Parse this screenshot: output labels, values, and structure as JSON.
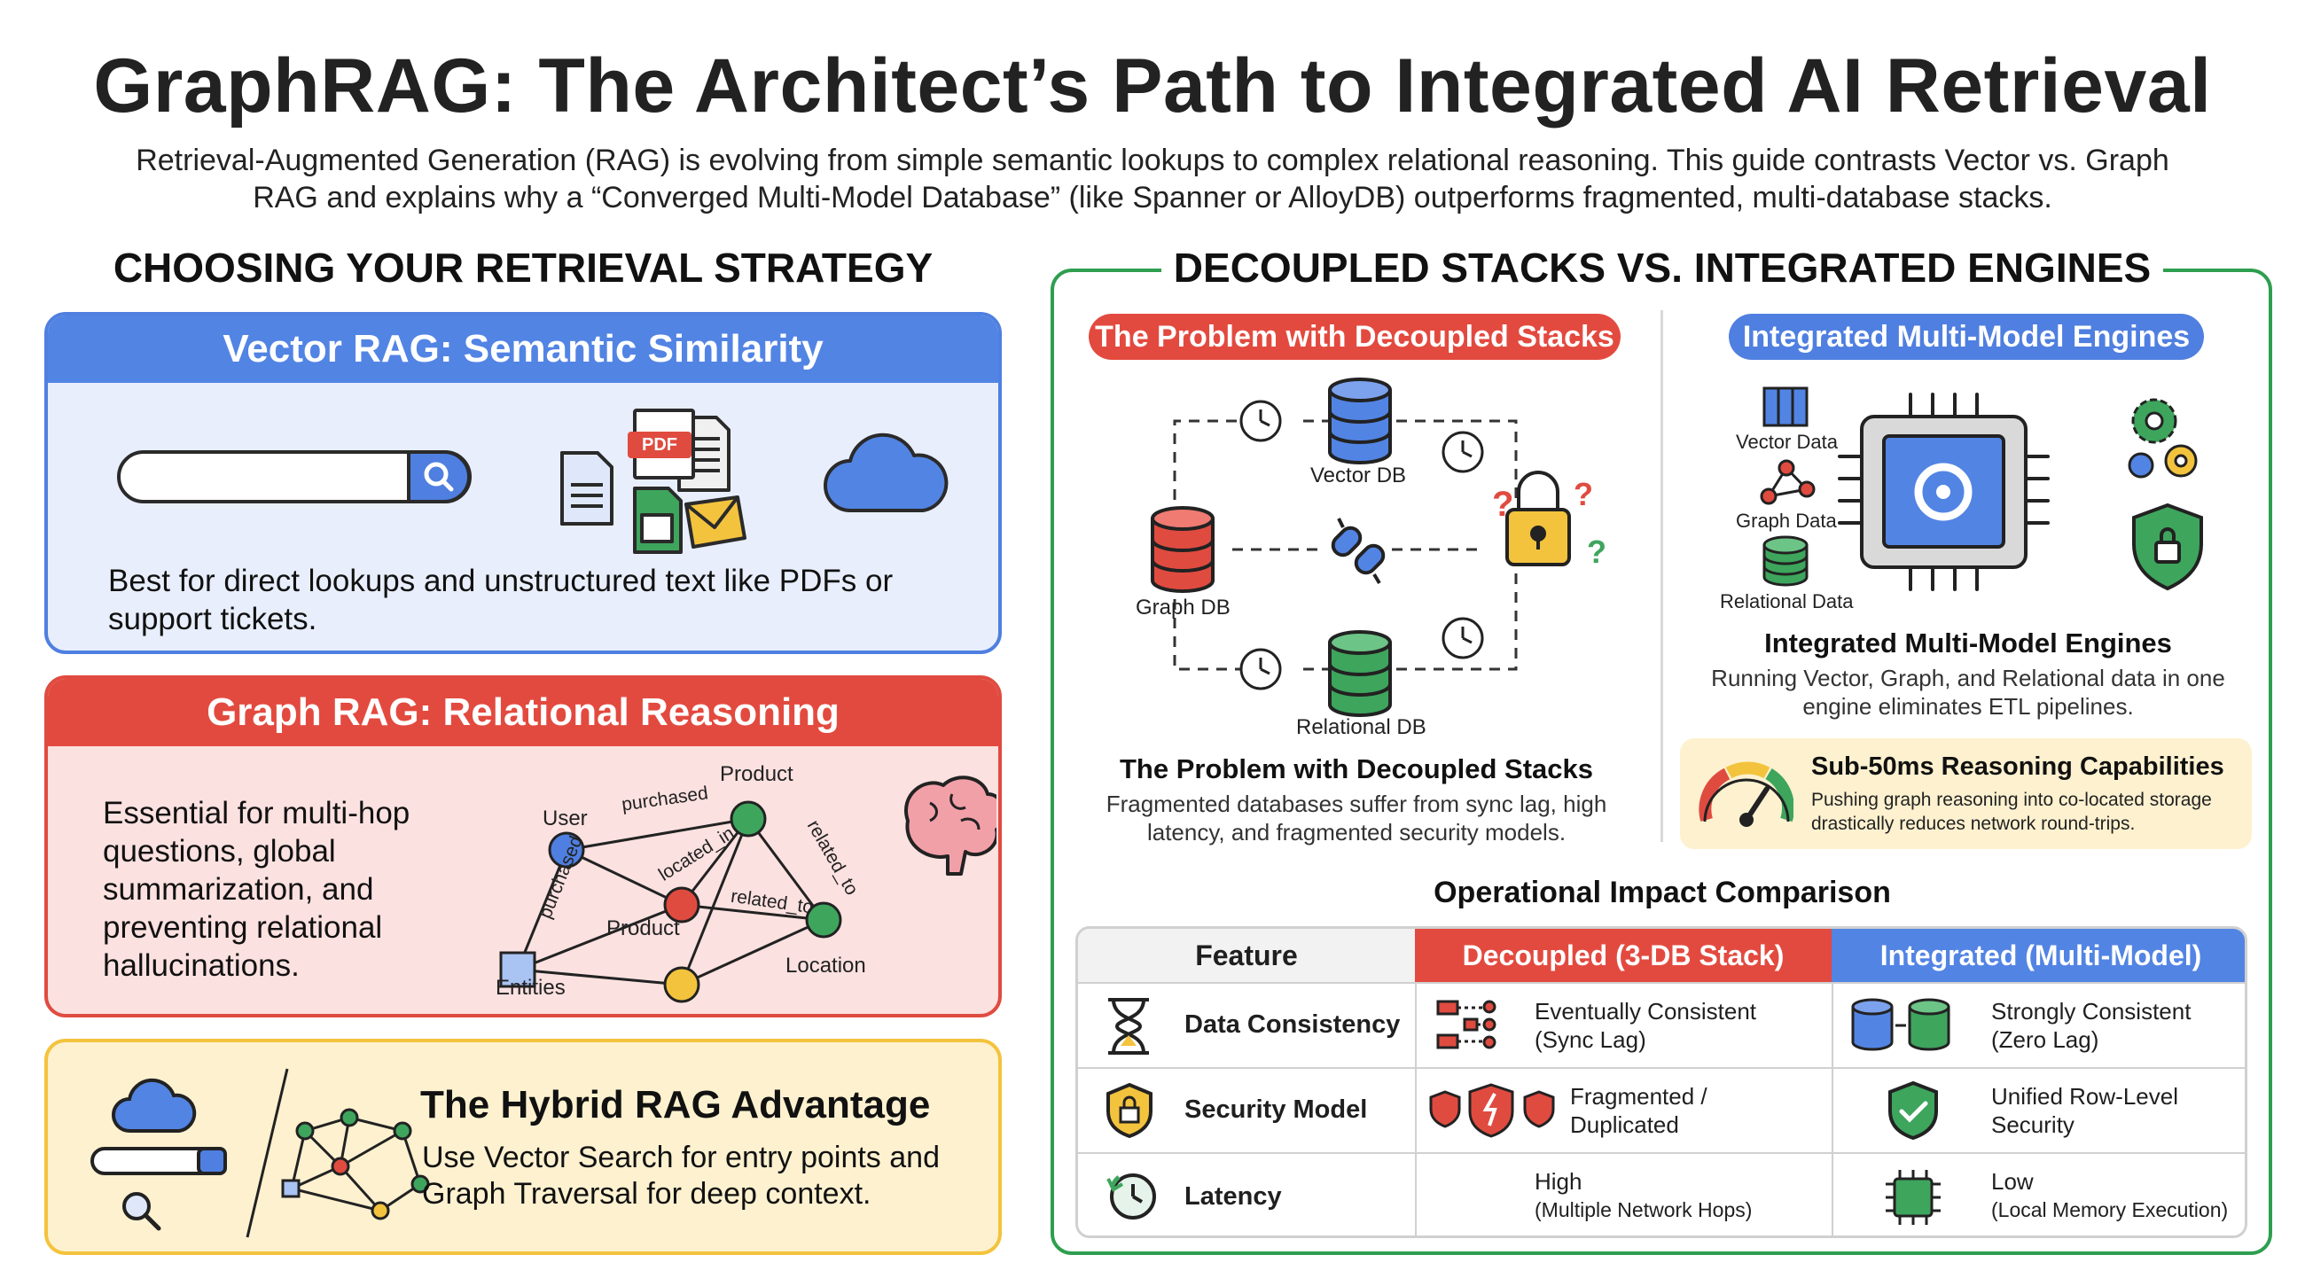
{
  "title": "GraphRAG: The Architect’s Path to Integrated AI Retrieval",
  "subtitle": "Retrieval-Augmented Generation (RAG) is evolving from simple semantic lookups to complex relational reasoning. This guide contrasts Vector vs. Graph RAG and explains why a “Converged Multi-Model Database” (like Spanner or AlloyDB) outperforms fragmented, multi-database stacks.",
  "colors": {
    "blue": "#4f7fe0",
    "red": "#e04b40",
    "green": "#2e9e4f",
    "yellow": "#f3c33d"
  },
  "left": {
    "heading": "CHOOSING YOUR RETRIEVAL STRATEGY",
    "vector": {
      "title": "Vector RAG: Semantic Similarity",
      "text": "Best for direct lookups and unstructured text like PDFs or support tickets.",
      "pdf_label": "PDF"
    },
    "graph": {
      "title": "Graph RAG: Relational Reasoning",
      "text": "Essential for multi-hop questions, global summarization, and preventing relational hallucinations.",
      "nodes": {
        "user": "User",
        "product_top": "Product",
        "product_mid": "Product",
        "entities": "Entities",
        "location": "Location"
      },
      "edges": {
        "purchased_top": "purchased",
        "purchased_left": "purchased",
        "located_in": "located_in",
        "related_to_right": "related_to",
        "related_to_mid": "related_to"
      }
    },
    "hybrid": {
      "title": "The Hybrid RAG Advantage",
      "text": "Use Vector Search for entry points and Graph Traversal for deep context."
    }
  },
  "right": {
    "heading": "DECOUPLED STACKS VS. INTEGRATED ENGINES",
    "decoupled": {
      "pill": "The Problem with Decoupled Stacks",
      "vector_db": "Vector DB",
      "graph_db": "Graph DB",
      "relational_db": "Relational DB",
      "title": "The Problem with Decoupled Stacks",
      "text": "Fragmented databases suffer from sync lag, high latency, and fragmented security models."
    },
    "integrated": {
      "pill": "Integrated Multi-Model Engines",
      "vector_data": "Vector Data",
      "graph_data": "Graph Data",
      "relational_data": "Relational Data",
      "title": "Integrated Multi-Model Engines",
      "text": "Running Vector, Graph, and Relational data in one engine eliminates ETL pipelines.",
      "callout_title": "Sub-50ms Reasoning Capabilities",
      "callout_text": "Pushing graph reasoning into co-located storage drastically reduces network round-trips."
    },
    "table": {
      "title": "Operational Impact Comparison",
      "headers": [
        "Feature",
        "Decoupled (3-DB Stack)",
        "Integrated (Multi-Model)"
      ],
      "rows": [
        {
          "feature": "Data Consistency",
          "decoupled_1": "Eventually Consistent",
          "decoupled_2": "(Sync Lag)",
          "integrated_1": "Strongly Consistent",
          "integrated_2": "(Zero Lag)"
        },
        {
          "feature": "Security Model",
          "decoupled_1": "Fragmented /",
          "decoupled_2": "Duplicated",
          "integrated_1": "Unified Row-Level",
          "integrated_2": "Security"
        },
        {
          "feature": "Latency",
          "decoupled_1": "High",
          "decoupled_2": "(Multiple Network Hops)",
          "integrated_1": "Low",
          "integrated_2": "(Local Memory Execution)"
        }
      ]
    }
  }
}
